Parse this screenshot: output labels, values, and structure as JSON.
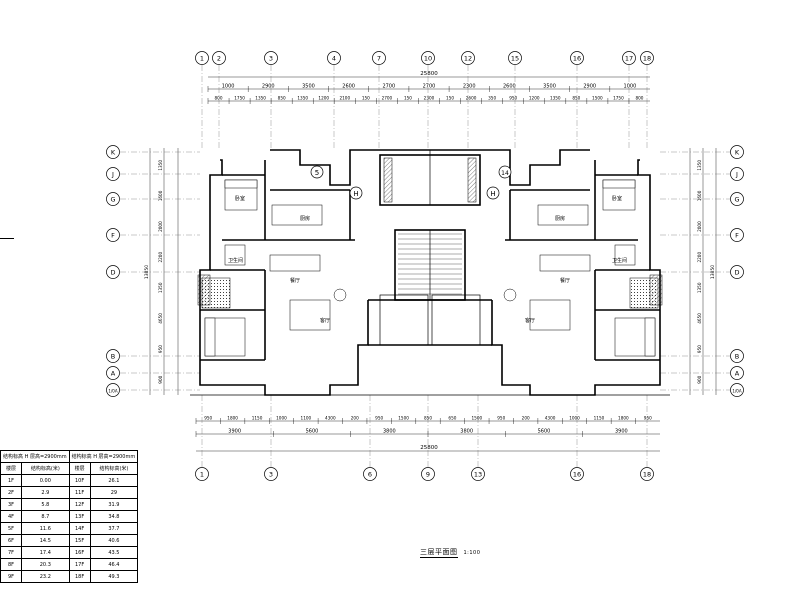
{
  "axes_top": [
    "1",
    "2",
    "3",
    "4",
    "7",
    "10",
    "12",
    "15",
    "16",
    "17",
    "18"
  ],
  "axes_bottom": [
    "1",
    "3",
    "6",
    "9",
    "13",
    "16",
    "18"
  ],
  "axes_rows": [
    "K",
    "J",
    "G",
    "F",
    "D",
    "B",
    "A",
    "1/0A"
  ],
  "overall_dim": "25800",
  "top_dims_row1": [
    "1000",
    "2900",
    "3500",
    "2600",
    "2700",
    "2700",
    "2300",
    "2600",
    "3500",
    "2900",
    "1000"
  ],
  "top_dims_row2": [
    "800",
    "1750",
    "1350",
    "850",
    "1350",
    "1200",
    "2100",
    "150",
    "2700",
    "150",
    "2300",
    "150",
    "2600",
    "350",
    "950",
    "1200",
    "1350",
    "850",
    "1500",
    "1750",
    "800"
  ],
  "bottom_dims_row1": [
    "950",
    "1800",
    "1150",
    "1000",
    "1100",
    "4300",
    "200",
    "950",
    "1500",
    "850",
    "650",
    "1500",
    "950",
    "200",
    "4300",
    "1000",
    "1150",
    "1800",
    "950"
  ],
  "bottom_dims_row2": [
    "3900",
    "5600",
    "3800",
    "3800",
    "5600",
    "3900"
  ],
  "bottom_total": "25800",
  "left_dims": [
    "1350",
    "1600",
    "2000",
    "2200",
    "1350",
    "4650",
    "950",
    "900"
  ],
  "left_total": "13850",
  "right_dims": [
    "1350",
    "1600",
    "2000",
    "2200",
    "1350",
    "4650",
    "950",
    "900"
  ],
  "right_total": "13850",
  "room_labels": [
    "厨房",
    "厨房",
    "卧室",
    "卧室",
    "客厅",
    "客厅",
    "餐厅",
    "餐厅",
    "卫生间",
    "卫生间"
  ],
  "unit_marks": [
    "5",
    "14",
    "H",
    "H"
  ],
  "elev_table": {
    "header_left": "结构标高 H 层高=2900mm",
    "header_right": "结构标高 H 层高=2900mm",
    "col_a": "楼层",
    "col_b": "结构标高(米)",
    "rows_left": [
      [
        "1F",
        "0.00"
      ],
      [
        "2F",
        "2.9"
      ],
      [
        "3F",
        "5.8"
      ],
      [
        "4F",
        "8.7"
      ],
      [
        "5F",
        "11.6"
      ],
      [
        "6F",
        "14.5"
      ],
      [
        "7F",
        "17.4"
      ],
      [
        "8F",
        "20.3"
      ],
      [
        "9F",
        "23.2"
      ]
    ],
    "rows_right": [
      [
        "10F",
        "26.1"
      ],
      [
        "11F",
        "29"
      ],
      [
        "12F",
        "31.9"
      ],
      [
        "13F",
        "34.8"
      ],
      [
        "14F",
        "37.7"
      ],
      [
        "15F",
        "40.6"
      ],
      [
        "16F",
        "43.5"
      ],
      [
        "17F",
        "46.4"
      ],
      [
        "18F",
        "49.3"
      ]
    ]
  },
  "plan_title": "三层平面图",
  "plan_scale": "1:100"
}
